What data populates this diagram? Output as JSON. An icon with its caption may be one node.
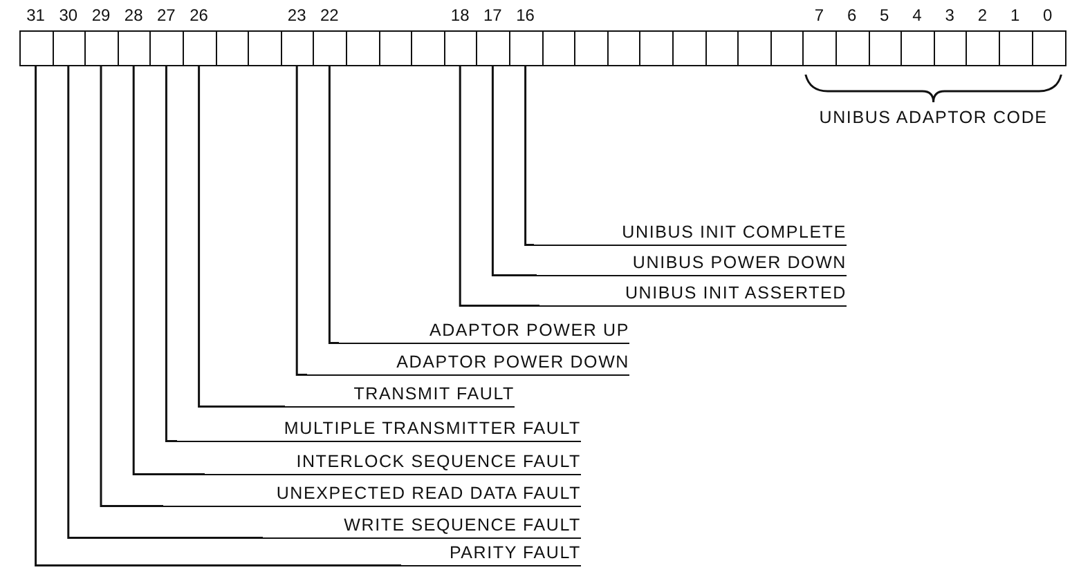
{
  "diagram": {
    "nodes": [
      {
        "text": [],
        "shape": "box"
      },
      {
        "text": [],
        "shape": "box"
      },
      {
        "text": [],
        "shape": "box"
      },
      {
        "text": [],
        "shape": "box"
      },
      {
        "text": [],
        "shape": "box"
      },
      {
        "text": [],
        "shape": "box"
      },
      {
        "text": [],
        "shape": "box"
      },
      {
        "text": [],
        "shape": "box"
      },
      {
        "text": [],
        "shape": "box"
      },
      {
        "text": [],
        "shape": "box"
      },
      {
        "text": [],
        "shape": "box"
      },
      {
        "text": [],
        "shape": "box"
      },
      {
        "text": [],
        "shape": "box"
      },
      {
        "text": [],
        "shape": "box"
      },
      {
        "text": [],
        "shape": "box"
      },
      {
        "text": [],
        "shape": "box"
      },
      {
        "text": [],
        "shape": "box"
      },
      {
        "text": [],
        "shape": "box"
      },
      {
        "text": [],
        "shape": "box"
      },
      {
        "text": [],
        "shape": "box"
      },
      {
        "text": [],
        "shape": "box"
      },
      {
        "text": [],
        "shape": "box"
      },
      {
        "text": [],
        "shape": "box"
      },
      {
        "text": [],
        "shape": "box"
      },
      {
        "text": [],
        "shape": "box"
      },
      {
        "text": [],
        "shape": "box"
      },
      {
        "text": [],
        "shape": "box"
      },
      {
        "text": [],
        "shape": "box"
      },
      {
        "text": [],
        "shape": "box"
      },
      {
        "text": [],
        "shape": "box"
      },
      {
        "text": [],
        "shape": "box"
      },
      {
        "text": [],
        "shape": "box"
      },
      {
        "text": [
          "UNIBUS INIT COMPLETE"
        ]
      },
      {
        "text": [
          "UNIBUS POWER DOWN"
        ]
      },
      {
        "text": [
          "UNIBUS INIT ASSERTED"
        ]
      },
      {
        "text": [
          "ADAPTOR POWER UP"
        ]
      },
      {
        "text": [
          "ADAPTOR POWER DOWN"
        ]
      },
      {
        "text": [
          "TRANSMIT FAULT"
        ]
      },
      {
        "text": [
          "MULTIPLE TRANSMITTER FAULT"
        ]
      },
      {
        "text": [
          "INTERLOCK SEQUENCE FAULT"
        ]
      },
      {
        "text": [
          "UNEXPECTED READ DATA FAULT"
        ]
      },
      {
        "text": [
          "WRITE SEQUENCE FAULT"
        ]
      },
      {
        "text": [
          "PARITY FAULT"
        ]
      }
    ],
    "edges": [
      {
        "from": 32,
        "to": 15,
        "arrow": "none"
      },
      {
        "from": 33,
        "to": 14,
        "arrow": "none"
      },
      {
        "from": 34,
        "to": 13,
        "arrow": "none"
      },
      {
        "from": 35,
        "to": 9,
        "arrow": "none"
      },
      {
        "from": 36,
        "to": 8,
        "arrow": "none"
      },
      {
        "from": 37,
        "to": 5,
        "arrow": "none"
      },
      {
        "from": 38,
        "to": 4,
        "arrow": "none"
      },
      {
        "from": 39,
        "to": 3,
        "arrow": "none"
      },
      {
        "from": 40,
        "to": 2,
        "arrow": "none"
      },
      {
        "from": 41,
        "to": 1,
        "arrow": "none"
      },
      {
        "from": 42,
        "to": 0,
        "arrow": "none"
      }
    ],
    "labels": [
      "31",
      "30",
      "29",
      "28",
      "27",
      "26",
      "23",
      "22",
      "18",
      "17",
      "16",
      "7",
      "6",
      "5",
      "4",
      "3",
      "2",
      "1",
      "0",
      "UNIBUS ADAPTOR CODE"
    ]
  }
}
